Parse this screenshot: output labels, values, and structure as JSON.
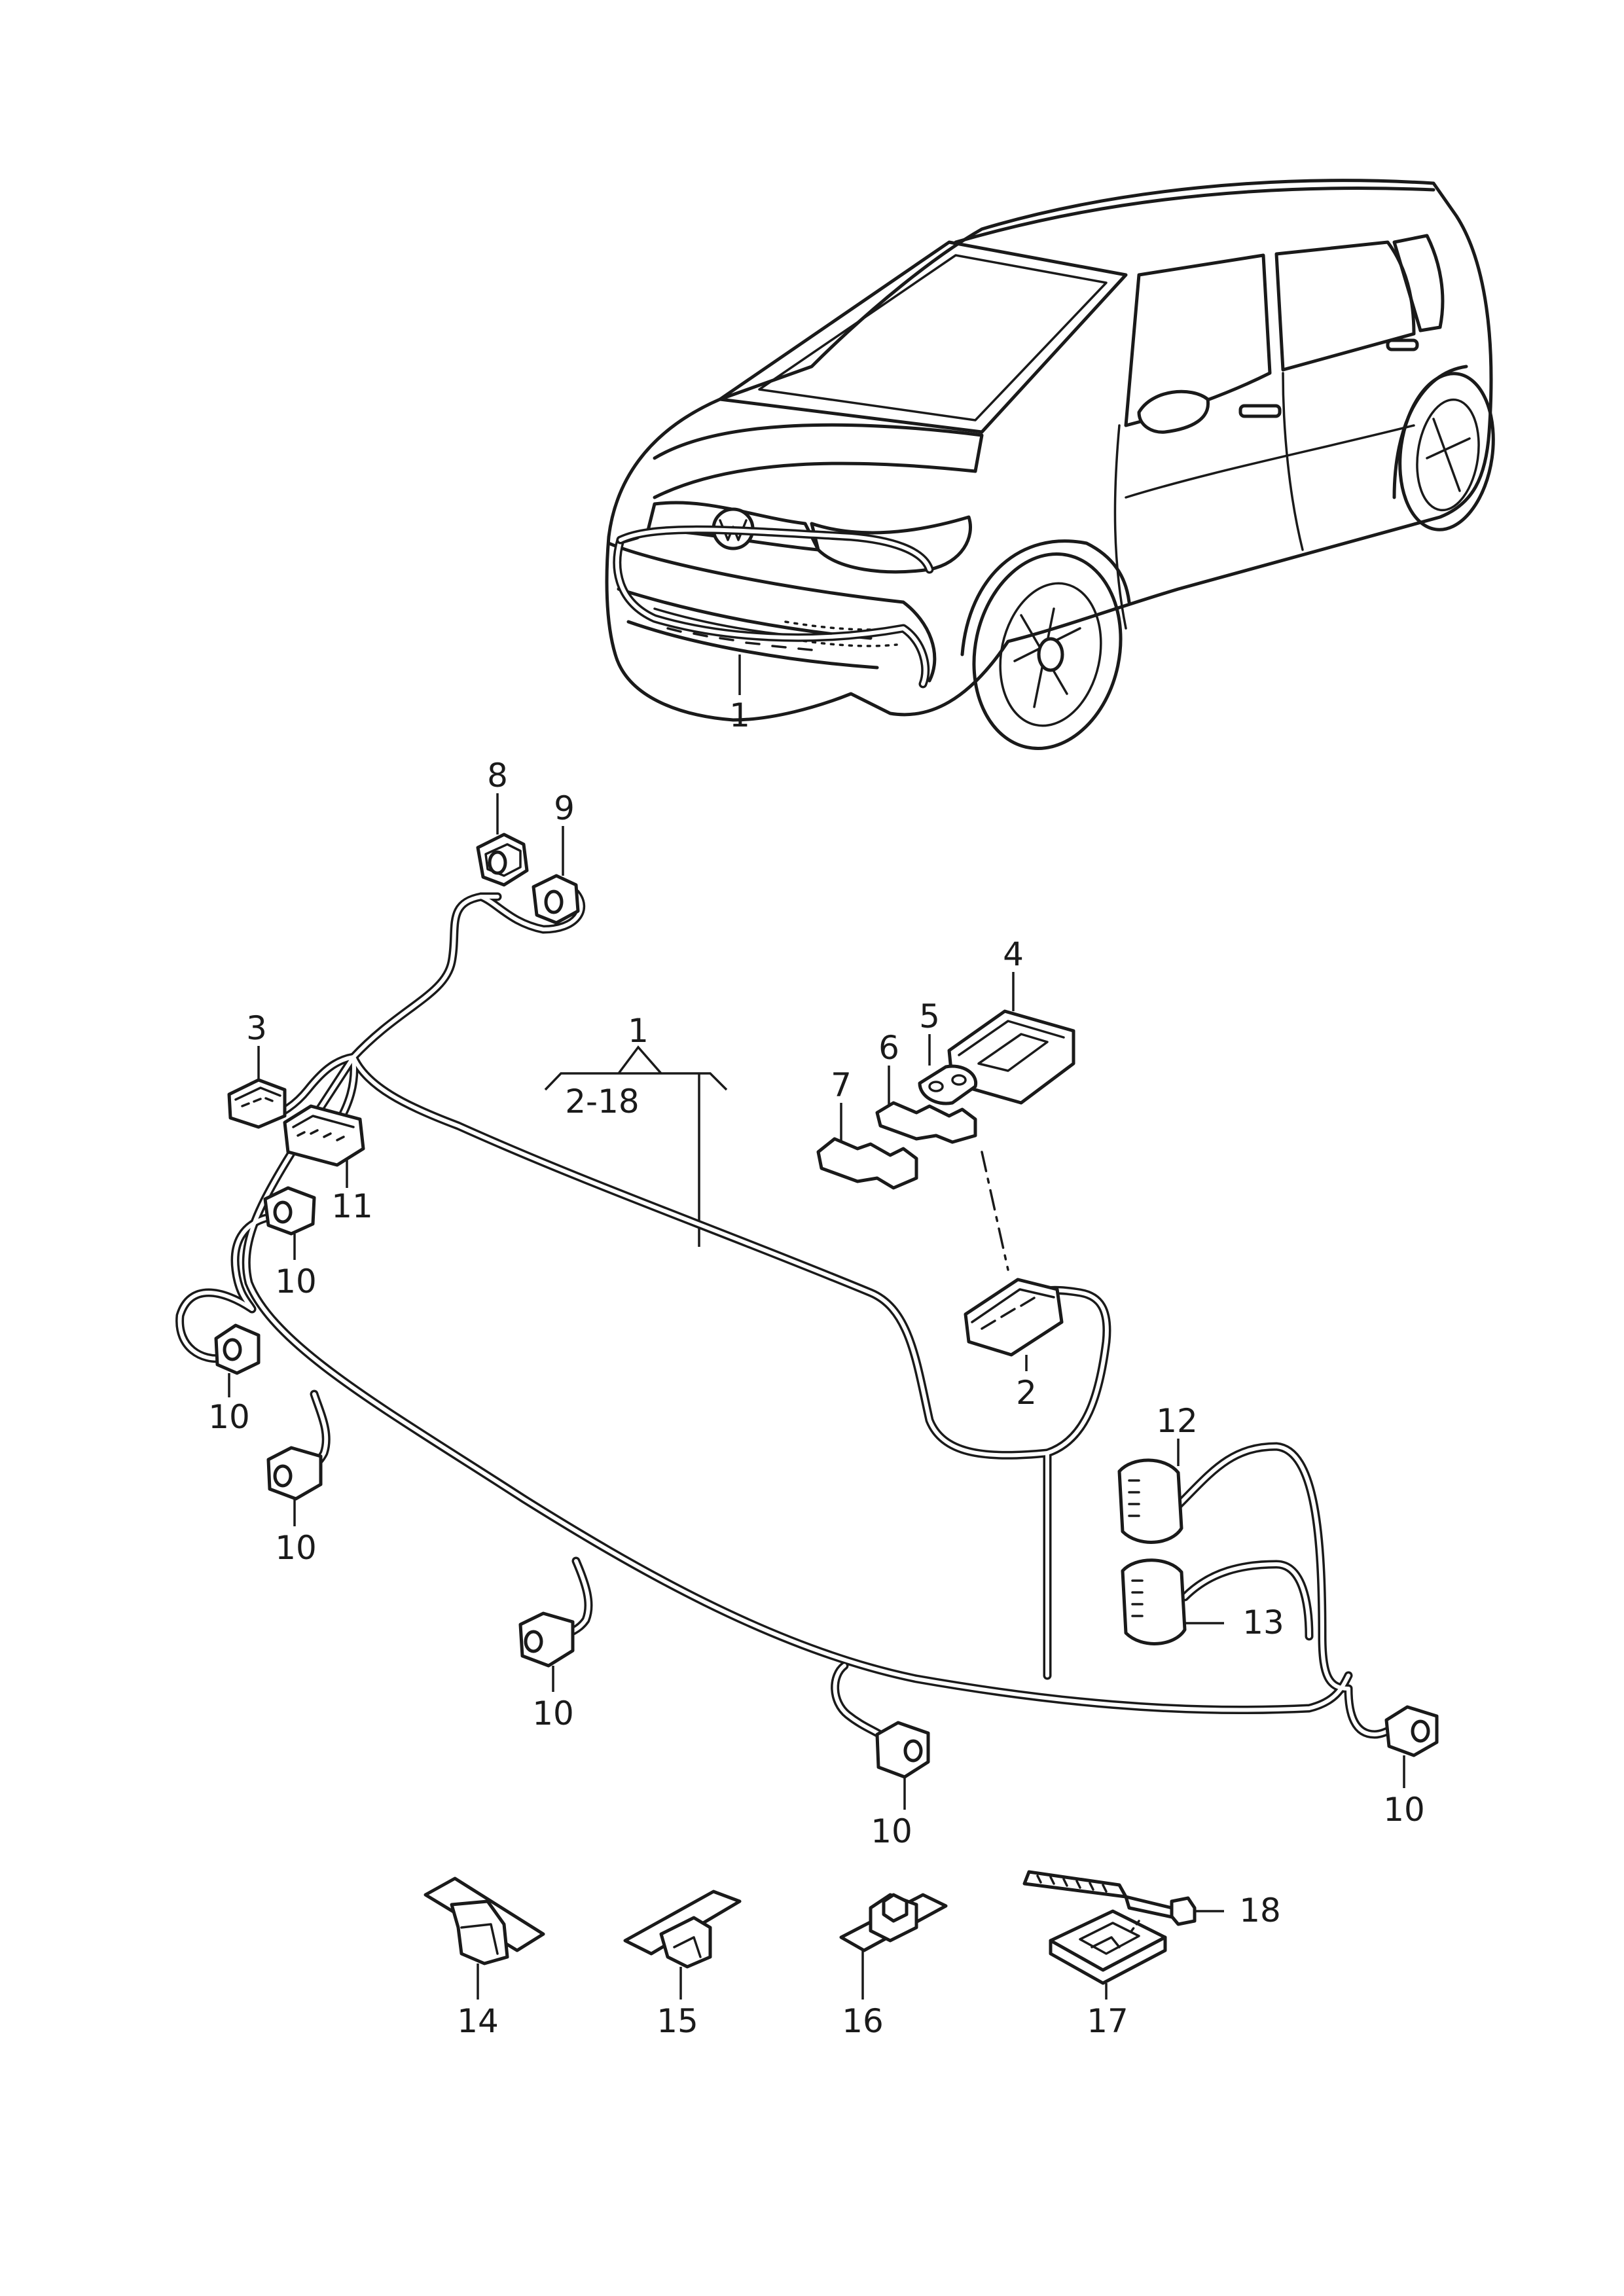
{
  "callouts": {
    "c1_car": "1",
    "c1_group": "1",
    "c_range": "2-18",
    "c2": "2",
    "c3": "3",
    "c4": "4",
    "c5": "5",
    "c6": "6",
    "c7": "7",
    "c8": "8",
    "c9": "9",
    "c10_a": "10",
    "c10_b": "10",
    "c10_c": "10",
    "c10_d": "10",
    "c10_e": "10",
    "c10_f": "10",
    "c11": "11",
    "c12": "12",
    "c13": "13",
    "c14": "14",
    "c15": "15",
    "c16": "16",
    "c17": "17",
    "c18": "18"
  }
}
